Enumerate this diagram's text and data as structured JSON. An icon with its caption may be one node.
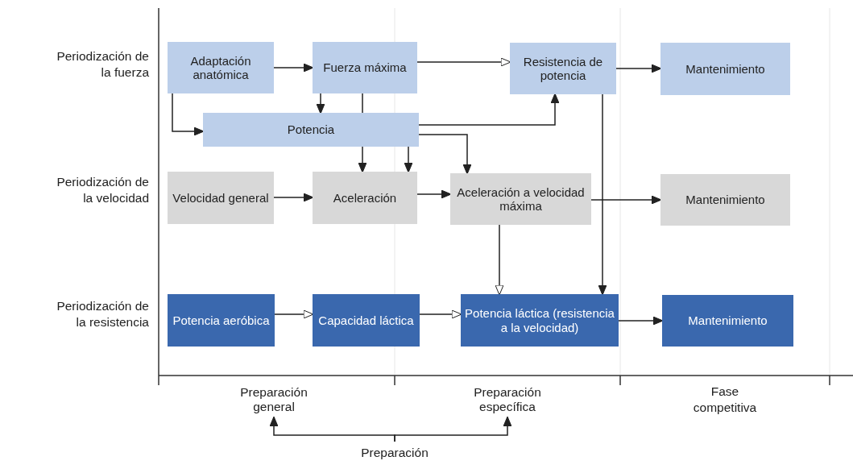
{
  "diagram": {
    "nodes": [
      {
        "text": [
          "Adaptación anatómica"
        ]
      },
      {
        "text": [
          "Fuerza máxima"
        ]
      },
      {
        "text": [
          "Resistencia de potencia"
        ]
      },
      {
        "text": [
          "Mantenimiento"
        ]
      },
      {
        "text": [
          "Potencia"
        ]
      },
      {
        "text": [
          "Velocidad general"
        ]
      },
      {
        "text": [
          "Aceleración"
        ]
      },
      {
        "text": [
          "Aceleración a velocidad máxima"
        ]
      },
      {
        "text": [
          "Mantenimiento"
        ]
      },
      {
        "text": [
          "Potencia aeróbica"
        ]
      },
      {
        "text": [
          "Capacidad láctica"
        ]
      },
      {
        "text": [
          "Potencia láctica (resistencia a la velocidad)"
        ]
      },
      {
        "text": [
          "Mantenimiento"
        ]
      },
      {
        "text": [
          "Preparación general"
        ]
      },
      {
        "text": [
          "Preparación específica"
        ]
      },
      {
        "text": [
          "Preparación"
        ]
      }
    ],
    "edges": [
      {
        "from": 0,
        "to": 1,
        "arrow": "to"
      },
      {
        "from": 1,
        "to": 2,
        "arrow": "to"
      },
      {
        "from": 2,
        "to": 3,
        "arrow": "to"
      },
      {
        "from": 1,
        "to": 4,
        "arrow": "to"
      },
      {
        "from": 1,
        "to": 4,
        "arrow": "none"
      },
      {
        "from": 0,
        "to": 4,
        "arrow": "to"
      },
      {
        "from": 4,
        "to": 2,
        "arrow": "to"
      },
      {
        "from": 4,
        "to": 7,
        "arrow": "to"
      },
      {
        "from": 4,
        "to": 6,
        "arrow": "to"
      },
      {
        "from": 5,
        "to": 6,
        "arrow": "to"
      },
      {
        "from": 6,
        "to": 7,
        "arrow": "to"
      },
      {
        "from": 7,
        "to": 8,
        "arrow": "to"
      },
      {
        "from": 7,
        "to": 11,
        "arrow": "to"
      },
      {
        "from": 2,
        "to": 11,
        "arrow": "to"
      },
      {
        "from": 9,
        "to": 10,
        "arrow": "to"
      },
      {
        "from": 10,
        "to": 11,
        "arrow": "to"
      },
      {
        "from": 11,
        "to": 12,
        "arrow": "to"
      },
      {
        "from": 15,
        "to": 13,
        "arrow": "to"
      },
      {
        "from": 15,
        "to": 14,
        "arrow": "to"
      },
      {
        "from": 4,
        "to": 6,
        "arrow": "to"
      }
    ],
    "labels": [
      "Periodización de la fuerza",
      "Periodización de la velocidad",
      "Periodización de la resistencia",
      "Fase competitiva"
    ]
  }
}
